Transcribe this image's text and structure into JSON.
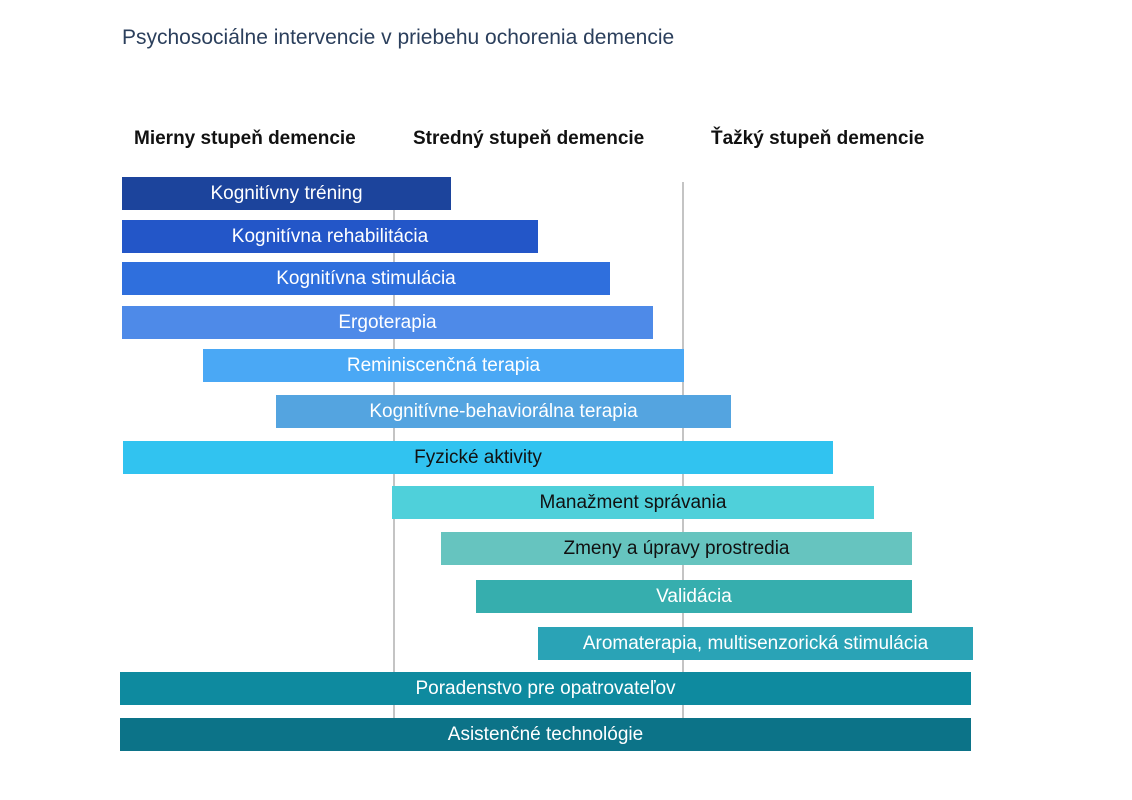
{
  "title": "Psychosociálne intervencie v priebehu ochorenia demencie",
  "stages": [
    "Mierny stupeň demencie",
    "Stredný stupeň demencie",
    "Ťažký stupeň demencie"
  ],
  "interventions": [
    {
      "label": "Kognitívny tréning",
      "color": "#1c449c",
      "text_color": "#ffffff"
    },
    {
      "label": "Kognitívna rehabilitácia",
      "color": "#2356c8",
      "text_color": "#ffffff"
    },
    {
      "label": "Kognitívna stimulácia",
      "color": "#2f6fdd",
      "text_color": "#ffffff"
    },
    {
      "label": "Ergoterapia",
      "color": "#4e8ae8",
      "text_color": "#ffffff"
    },
    {
      "label": "Reminiscenčná terapia",
      "color": "#4aa8f5",
      "text_color": "#ffffff"
    },
    {
      "label": "Kognitívne-behaviorálna terapia",
      "color": "#54a4e0",
      "text_color": "#ffffff"
    },
    {
      "label": "Fyzické aktivity",
      "color": "#31c3f0",
      "text_color": "#111111"
    },
    {
      "label": "Manažment správania",
      "color": "#4fd0da",
      "text_color": "#111111"
    },
    {
      "label": "Zmeny a úpravy prostredia",
      "color": "#66c4bf",
      "text_color": "#111111"
    },
    {
      "label": "Validácia",
      "color": "#36aeae",
      "text_color": "#ffffff"
    },
    {
      "label": "Aromaterapia, multisenzorická stimulácia",
      "color": "#2aa3b6",
      "text_color": "#ffffff"
    },
    {
      "label": "Poradenstvo pre opatrovateľov",
      "color": "#0e8a9f",
      "text_color": "#ffffff"
    },
    {
      "label": "Asistenčné technológie",
      "color": "#0c7388",
      "text_color": "#ffffff"
    }
  ]
}
